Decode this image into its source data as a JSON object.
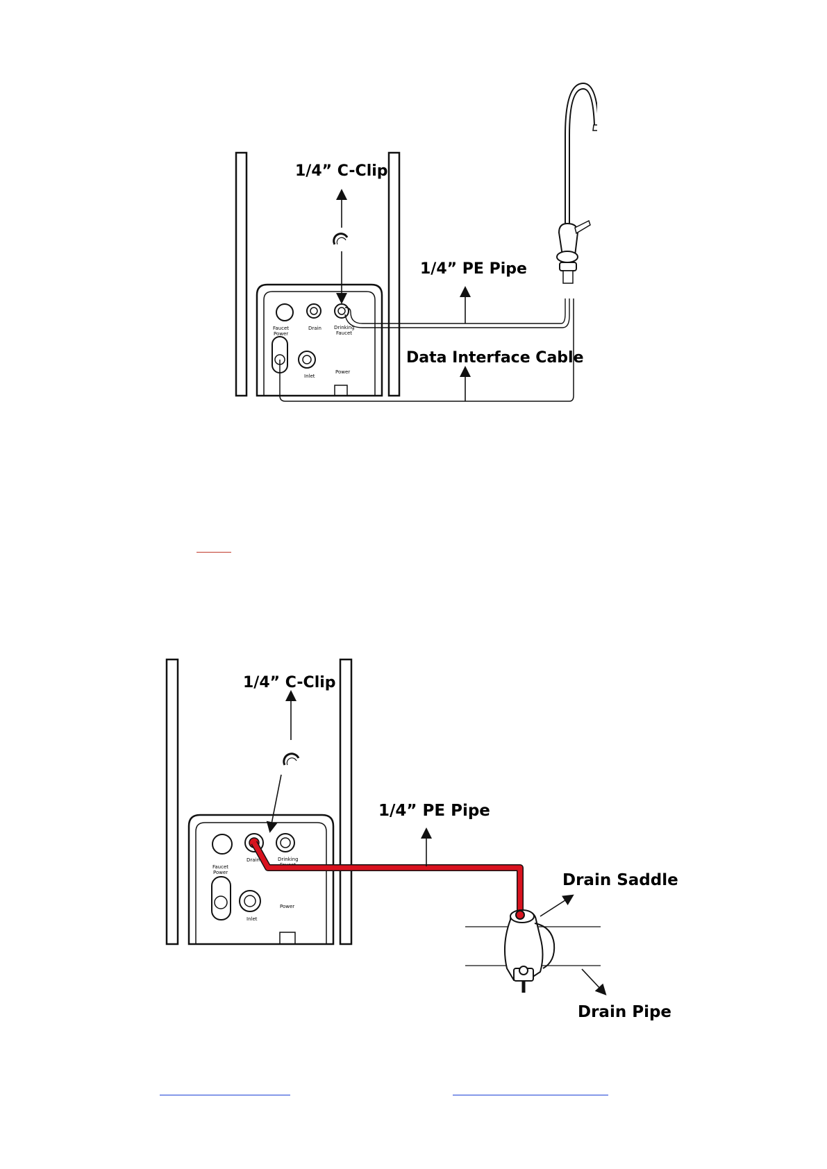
{
  "diagram_top": {
    "labels": {
      "c_clip": "1/4” C-Clip",
      "pe_pipe": "1/4” PE Pipe",
      "data_cable": "Data Interface Cable"
    },
    "ports": {
      "drain": "Drain",
      "drinking_1": "Drinking",
      "drinking_2": "Faucet",
      "faucet_power_1": "Faucet",
      "faucet_power_2": "Power",
      "inlet": "Inlet",
      "power": "Power"
    }
  },
  "diagram_bottom": {
    "labels": {
      "c_clip": "1/4” C-Clip",
      "pe_pipe": "1/4” PE Pipe",
      "drain_saddle": "Drain Saddle",
      "drain_pipe": "Drain Pipe"
    },
    "ports": {
      "drain": "Drain",
      "drinking_1": "Drinking",
      "drinking_2": "Faucet",
      "faucet_power_1": "Faucet",
      "faucet_power_2": "Power",
      "inlet": "Inlet",
      "power": "Power"
    },
    "pipe_color": "#d9131f"
  },
  "colors": {
    "line": "#111111",
    "red_rule": "#c0392b",
    "link_rule": "#1a3fd6"
  }
}
